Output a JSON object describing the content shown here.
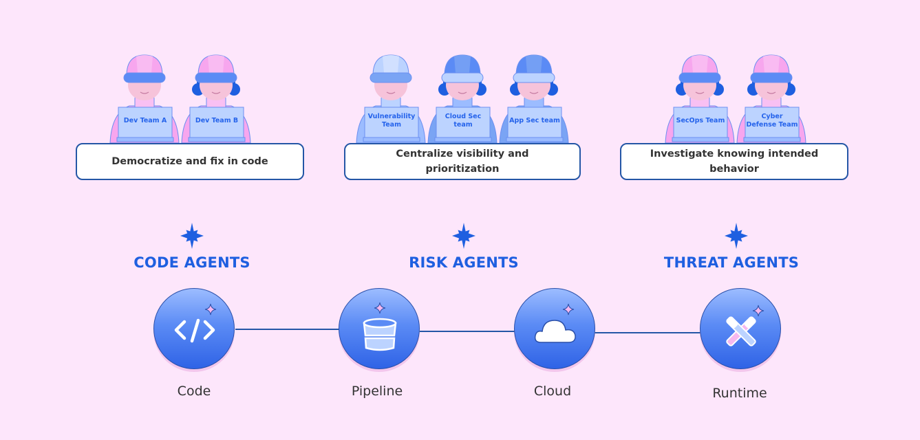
{
  "colors": {
    "background": "#fde6fb",
    "accent": "#1e5fe0",
    "connector": "#2456a6",
    "box_border": "#2456a6",
    "pink_shirt": "#f7a6ee",
    "blue_shirt": "#7aa4f4"
  },
  "groups": [
    {
      "description": "Democratize and fix in code",
      "teams": [
        {
          "label": "Dev Team A",
          "palette": "pink",
          "hair": false
        },
        {
          "label": "Dev Team B",
          "palette": "pink",
          "hair": true
        }
      ]
    },
    {
      "description": "Centralize visibility and prioritization",
      "teams": [
        {
          "label": "Vulnerability Team",
          "palette": "lightblue",
          "hair": false
        },
        {
          "label": "Cloud Sec team",
          "palette": "blue",
          "hair": true
        },
        {
          "label": "App Sec team",
          "palette": "blue",
          "hair": true
        }
      ]
    },
    {
      "description": "Investigate knowing intended behavior",
      "teams": [
        {
          "label": "SecOps Team",
          "palette": "pink",
          "hair": true
        },
        {
          "label": "Cyber Defense Team",
          "palette": "pink",
          "hair": true
        }
      ]
    }
  ],
  "agents": [
    {
      "title": "CODE AGENTS",
      "icon": "sparkle-star-icon"
    },
    {
      "title": "RISK AGENTS",
      "icon": "sparkle-star-icon"
    },
    {
      "title": "THREAT AGENTS",
      "icon": "sparkle-star-icon"
    }
  ],
  "stages": [
    {
      "label": "Code",
      "icon": "code-brackets-icon"
    },
    {
      "label": "Pipeline",
      "icon": "pipeline-database-icon"
    },
    {
      "label": "Cloud",
      "icon": "cloud-icon"
    },
    {
      "label": "Runtime",
      "icon": "crossed-tools-icon"
    }
  ]
}
